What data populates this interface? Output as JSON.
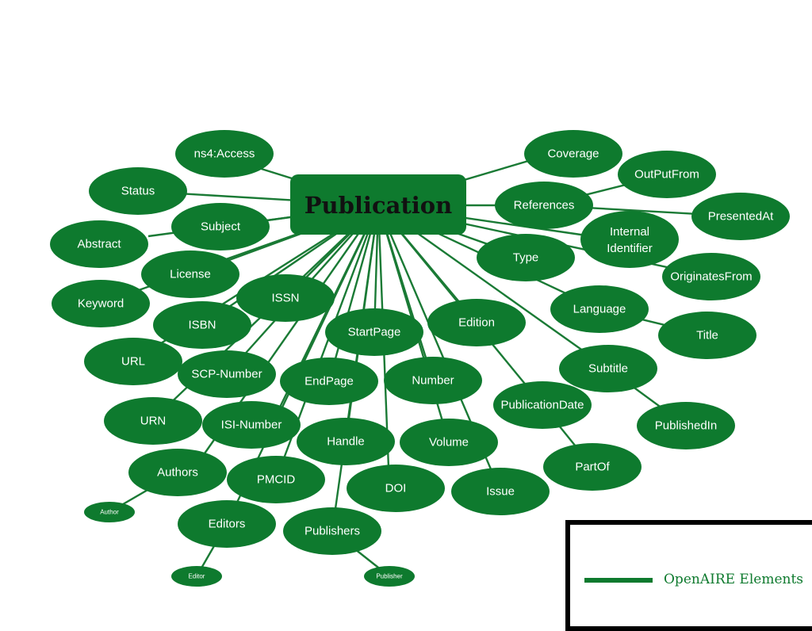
{
  "diagram": {
    "root": "Publication",
    "nodes": [
      {
        "id": "access",
        "label": "ns4:Access"
      },
      {
        "id": "status",
        "label": "Status"
      },
      {
        "id": "subject",
        "label": "Subject"
      },
      {
        "id": "abstract",
        "label": "Abstract"
      },
      {
        "id": "license",
        "label": "License"
      },
      {
        "id": "keyword",
        "label": "Keyword"
      },
      {
        "id": "issn",
        "label": "ISSN"
      },
      {
        "id": "isbn",
        "label": "ISBN"
      },
      {
        "id": "url",
        "label": "URL"
      },
      {
        "id": "scp",
        "label": "SCP-Number"
      },
      {
        "id": "startpage",
        "label": "StartPage"
      },
      {
        "id": "edition",
        "label": "Edition"
      },
      {
        "id": "endpage",
        "label": "EndPage"
      },
      {
        "id": "number",
        "label": "Number"
      },
      {
        "id": "urn",
        "label": "URN"
      },
      {
        "id": "isi",
        "label": "ISI-Number"
      },
      {
        "id": "handle",
        "label": "Handle"
      },
      {
        "id": "volume",
        "label": "Volume"
      },
      {
        "id": "authors",
        "label": "Authors"
      },
      {
        "id": "pmcid",
        "label": "PMCID"
      },
      {
        "id": "doi",
        "label": "DOI"
      },
      {
        "id": "issue",
        "label": "Issue"
      },
      {
        "id": "editors",
        "label": "Editors"
      },
      {
        "id": "publishers",
        "label": "Publishers"
      },
      {
        "id": "author",
        "label": "Author"
      },
      {
        "id": "editor",
        "label": "Editor"
      },
      {
        "id": "publisher",
        "label": "Publisher"
      },
      {
        "id": "coverage",
        "label": "Coverage"
      },
      {
        "id": "outputfrom",
        "label": "OutPutFrom"
      },
      {
        "id": "references",
        "label": "References"
      },
      {
        "id": "presentedat",
        "label": "PresentedAt"
      },
      {
        "id": "internal",
        "label": "Internal Identifier"
      },
      {
        "id": "type",
        "label": "Type"
      },
      {
        "id": "originatesfrom",
        "label": "OriginatesFrom"
      },
      {
        "id": "language",
        "label": "Language"
      },
      {
        "id": "title",
        "label": "Title"
      },
      {
        "id": "subtitle",
        "label": "Subtitle"
      },
      {
        "id": "publicationdate",
        "label": "PublicationDate"
      },
      {
        "id": "publishedin",
        "label": "PublishedIn"
      },
      {
        "id": "partof",
        "label": "PartOf"
      }
    ]
  },
  "legend": {
    "label": "OpenAIRE Elements"
  },
  "colors": {
    "node_fill": "#0e7a2e",
    "edge": "#1a7a35",
    "root_text": "#111111",
    "node_text": "#ffffff"
  }
}
